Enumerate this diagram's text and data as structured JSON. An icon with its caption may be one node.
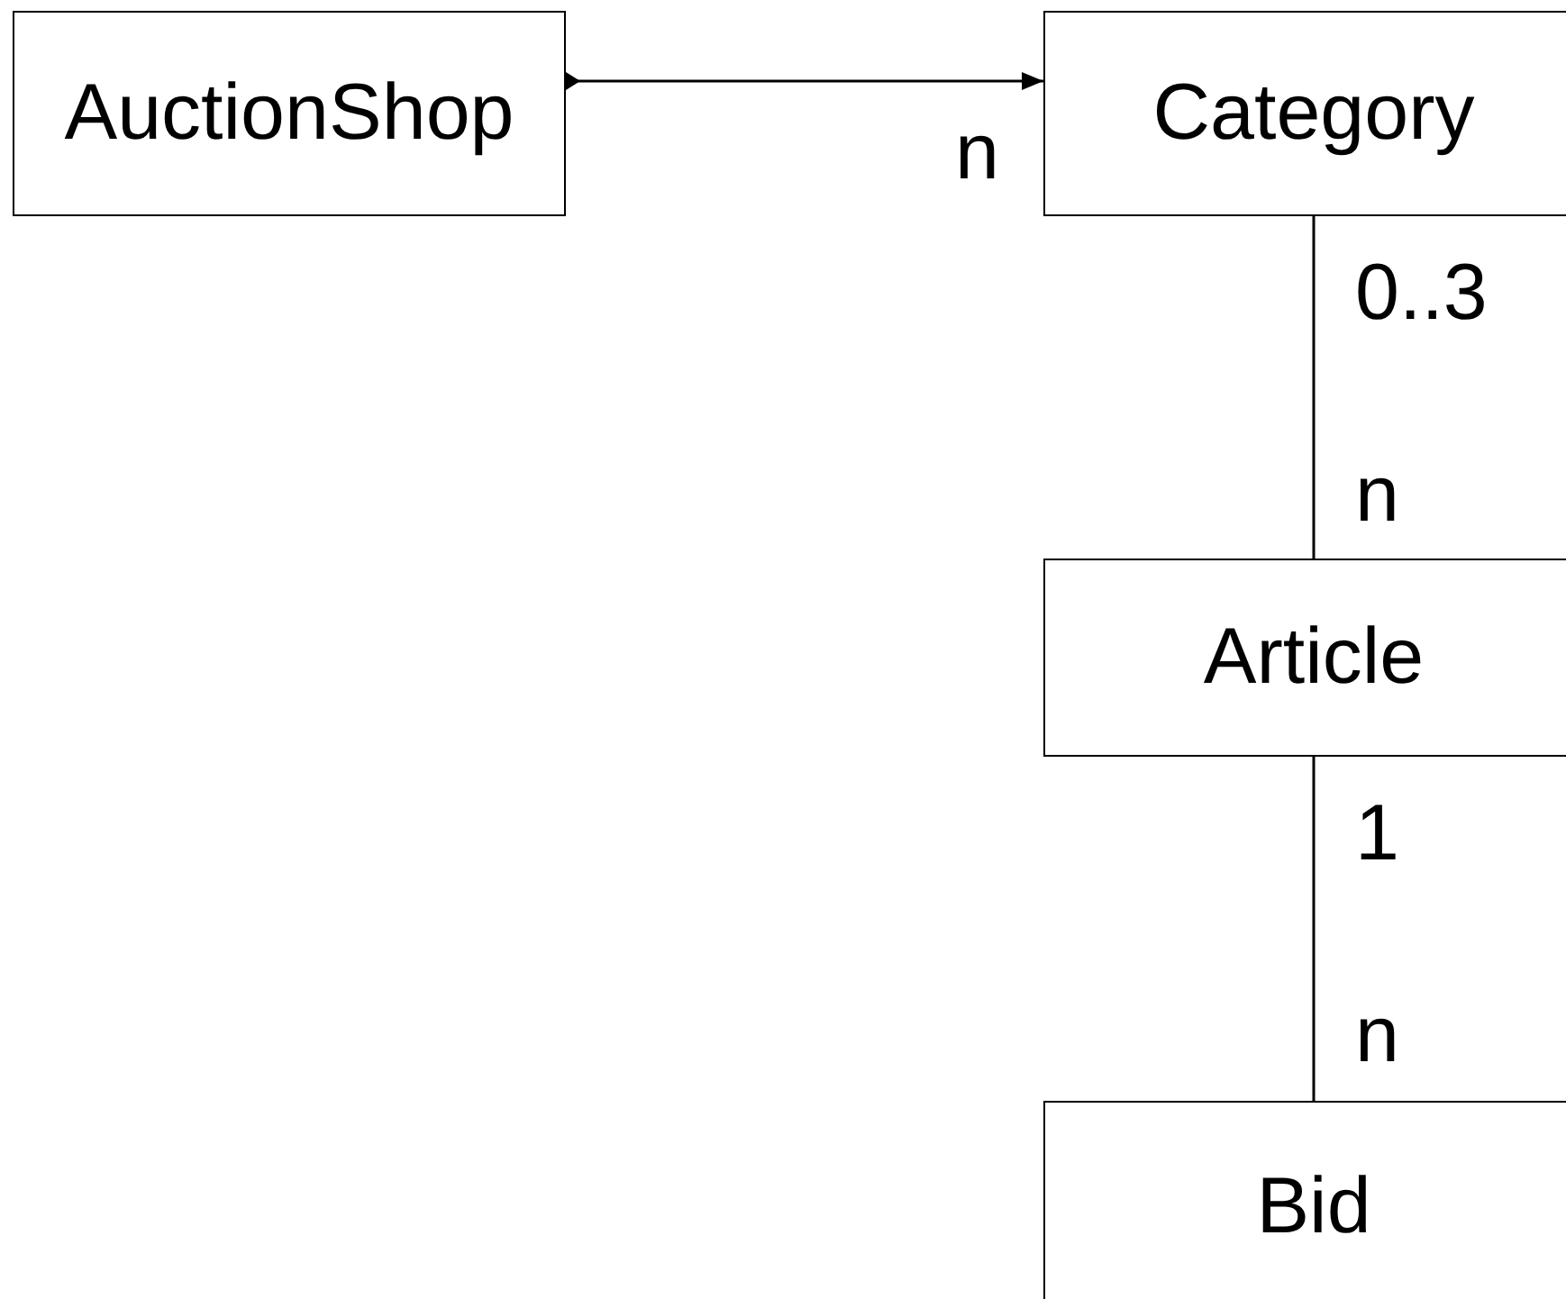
{
  "diagram": {
    "nodes": [
      {
        "text": [
          "AuctionShop"
        ]
      },
      {
        "text": [
          "Category"
        ]
      },
      {
        "text": [
          "Article"
        ]
      },
      {
        "text": [
          "Bid"
        ]
      }
    ],
    "edges": [
      {
        "from": 0,
        "to": 1,
        "arrow": "to"
      },
      {
        "from": 1,
        "to": 2,
        "arrow": "none"
      },
      {
        "from": 2,
        "to": 3,
        "arrow": "none"
      }
    ],
    "labels": [
      "n",
      "0..3",
      "n",
      "1",
      "n"
    ]
  }
}
